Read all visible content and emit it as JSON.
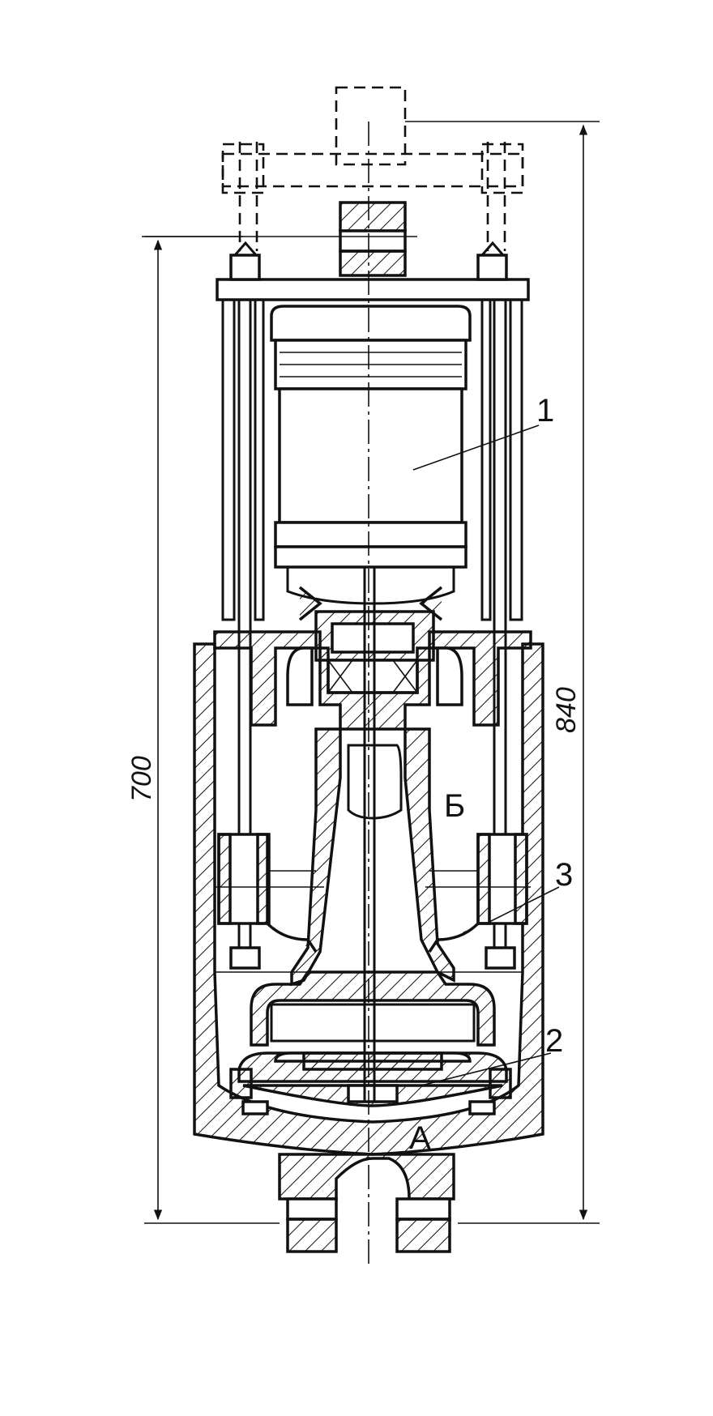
{
  "dimensions": {
    "overall_height": "840",
    "body_height": "700"
  },
  "labels": {
    "motor": "1",
    "impeller": "2",
    "bolts": "3",
    "chamber_lower": "А",
    "chamber_upper": "Б"
  }
}
